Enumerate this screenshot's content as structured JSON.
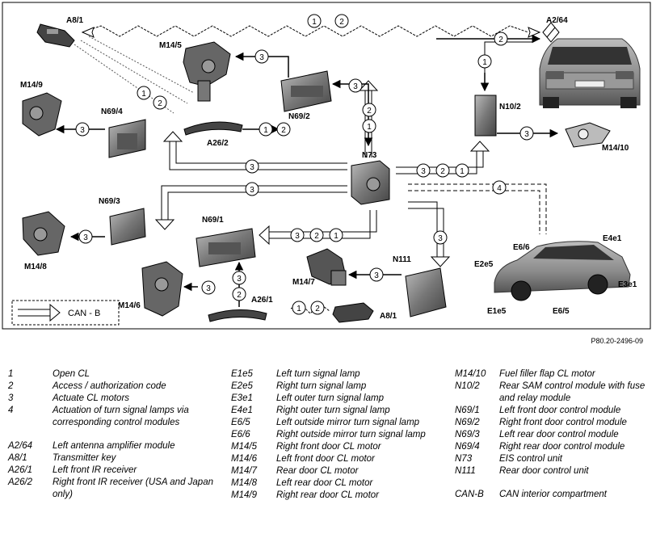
{
  "diagram": {
    "components": {
      "a8_1_top": "A8/1",
      "a2_64": "A2/64",
      "m14_5": "M14/5",
      "m14_9": "M14/9",
      "n69_4": "N69/4",
      "n69_2": "N69/2",
      "a26_2": "A26/2",
      "n10_2": "N10/2",
      "m14_10": "M14/10",
      "n73": "N73",
      "n69_3": "N69/3",
      "m14_8": "M14/8",
      "n69_1": "N69/1",
      "n111": "N111",
      "m14_7": "M14/7",
      "m14_6": "M14/6",
      "a26_1": "A26/1",
      "a8_1_bottom": "A8/1",
      "e6_6": "E6/6",
      "e4e1": "E4e1",
      "e2e5": "E2e5",
      "e3e1": "E3e1",
      "e1e5": "E1e5",
      "e6_5": "E6/5"
    },
    "can_b_label": "CAN - B",
    "figure_id": "P80.20-2496-09"
  },
  "legend": {
    "col1": [
      {
        "code": "1",
        "desc": "Open CL"
      },
      {
        "code": "2",
        "desc": "Access / authorization code"
      },
      {
        "code": "3",
        "desc": "Actuate CL motors"
      },
      {
        "code": "4",
        "desc": "Actuation of turn signal lamps via corresponding control modules"
      },
      {
        "code": "A2/64",
        "desc": "Left antenna amplifier module"
      },
      {
        "code": "A8/1",
        "desc": "Transmitter key"
      },
      {
        "code": "A26/1",
        "desc": "Left front IR receiver"
      },
      {
        "code": "A26/2",
        "desc": "Right front IR receiver (USA and Japan only)"
      }
    ],
    "col2": [
      {
        "code": "E1e5",
        "desc": "Left turn signal lamp"
      },
      {
        "code": "E2e5",
        "desc": "Right turn signal lamp"
      },
      {
        "code": "E3e1",
        "desc": "Left outer turn signal lamp"
      },
      {
        "code": "E4e1",
        "desc": "Right outer turn signal lamp"
      },
      {
        "code": "E6/5",
        "desc": "Left outside mirror turn signal lamp"
      },
      {
        "code": "E6/6",
        "desc": "Right outside mirror turn signal lamp"
      },
      {
        "code": "M14/5",
        "desc": "Right front door CL motor"
      },
      {
        "code": "M14/6",
        "desc": "Left front door CL motor"
      },
      {
        "code": "M14/7",
        "desc": "Rear door CL motor"
      },
      {
        "code": "M14/8",
        "desc": "Left rear door CL motor"
      },
      {
        "code": "M14/9",
        "desc": "Right rear door CL motor"
      }
    ],
    "col3": [
      {
        "code": "M14/10",
        "desc": "Fuel filler flap CL motor"
      },
      {
        "code": "N10/2",
        "desc": "Rear SAM control module with fuse and relay module"
      },
      {
        "code": "N69/1",
        "desc": "Left front door control module"
      },
      {
        "code": "N69/2",
        "desc": "Right front door control module"
      },
      {
        "code": "N69/3",
        "desc": "Left rear door control module"
      },
      {
        "code": "N69/4",
        "desc": "Right rear door control module"
      },
      {
        "code": "N73",
        "desc": "EIS control unit"
      },
      {
        "code": "N111",
        "desc": "Rear door control unit"
      },
      {
        "code": "CAN-B",
        "desc": "CAN interior compartment"
      }
    ]
  }
}
